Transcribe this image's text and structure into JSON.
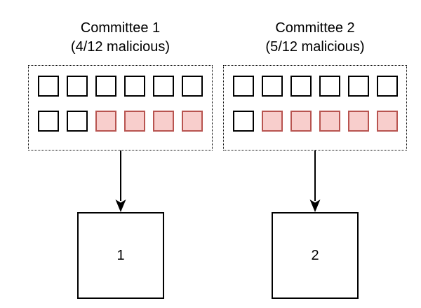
{
  "diagram": {
    "background": "#ffffff",
    "colors": {
      "malicious_fill": "#f8cecc",
      "malicious_stroke": "#b85450",
      "honest_fill": "#ffffff",
      "honest_stroke": "#000000",
      "line": "#000000"
    },
    "committees": [
      {
        "title": "Committee 1",
        "subtitle": "(4/12 malicious)",
        "total_members": 12,
        "malicious_members": 4,
        "rows": [
          [
            "honest",
            "honest",
            "honest",
            "honest",
            "honest",
            "honest"
          ],
          [
            "honest",
            "honest",
            "malicious",
            "malicious",
            "malicious",
            "malicious"
          ]
        ],
        "output_label": "1"
      },
      {
        "title": "Committee 2",
        "subtitle": "(5/12 malicious)",
        "total_members": 12,
        "malicious_members": 5,
        "rows": [
          [
            "honest",
            "honest",
            "honest",
            "honest",
            "honest",
            "honest"
          ],
          [
            "honest",
            "malicious",
            "malicious",
            "malicious",
            "malicious",
            "malicious"
          ]
        ],
        "output_label": "2"
      }
    ]
  }
}
